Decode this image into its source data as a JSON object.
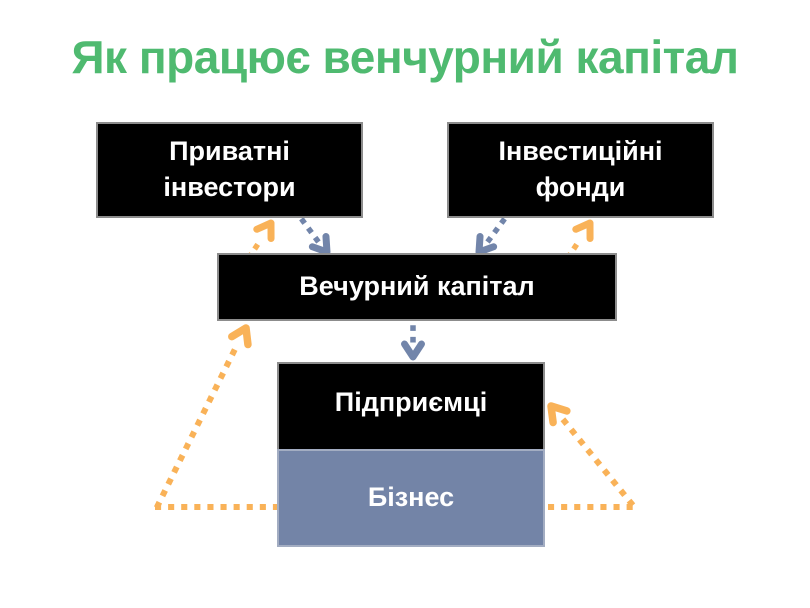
{
  "title": {
    "label": "Як працює венчурний капітал",
    "color": "#4fba70"
  },
  "nodes": {
    "private_investors": {
      "line1": "Приватні",
      "line2": "інвестори",
      "bg": "#000000",
      "text_color": "#ffffff"
    },
    "investment_funds": {
      "line1": "Інвестиційні",
      "line2": "фонди",
      "bg": "#000000",
      "text_color": "#ffffff"
    },
    "venture_capital": {
      "line1": "Вечурний капітал",
      "bg": "#000000",
      "text_color": "#ffffff"
    },
    "entrepreneurs": {
      "line1": "Підприємці",
      "bg": "#000000",
      "text_color": "#ffffff"
    },
    "business": {
      "line1": "Бізнес",
      "bg": "#7384a7",
      "text_color": "#ffffff"
    }
  },
  "arrows": {
    "down_color": "#7285aa",
    "up_color": "#f9b258",
    "style": "dotted",
    "connections": [
      {
        "from": "private_investors",
        "to": "venture_capital",
        "color": "down"
      },
      {
        "from": "investment_funds",
        "to": "venture_capital",
        "color": "down"
      },
      {
        "from": "venture_capital",
        "to": "entrepreneurs",
        "color": "down"
      },
      {
        "from": "venture_capital",
        "to": "private_investors",
        "color": "up"
      },
      {
        "from": "venture_capital",
        "to": "investment_funds",
        "color": "up"
      },
      {
        "from": "business-left",
        "to": "venture_capital",
        "color": "up"
      },
      {
        "from": "business-right",
        "to": "entrepreneurs",
        "color": "up"
      },
      {
        "from": "business-left",
        "to": "business-right",
        "color": "up"
      }
    ]
  }
}
